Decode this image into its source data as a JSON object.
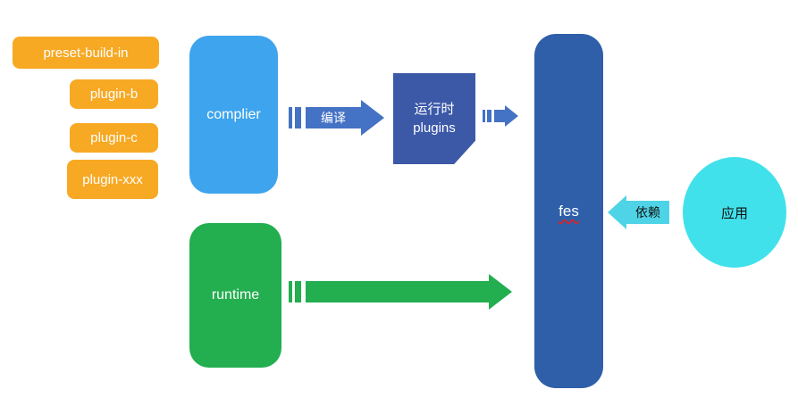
{
  "diagram": {
    "preset_list": {
      "items": [
        {
          "label": "preset-build-in"
        },
        {
          "label": "plugin-b"
        },
        {
          "label": "plugin-c"
        },
        {
          "label": "plugin-xxx"
        }
      ]
    },
    "complier": {
      "label": "complier"
    },
    "runtime": {
      "label": "runtime"
    },
    "compile_arrow": {
      "label": "编译"
    },
    "runtime_plugins": {
      "line1": "运行时",
      "line2": "plugins"
    },
    "fes": {
      "label": "fes"
    },
    "depend_arrow": {
      "label": "依赖"
    },
    "app": {
      "label": "应用"
    },
    "colors": {
      "orange": "#F7A924",
      "light_blue": "#3EA4EE",
      "green": "#23AE50",
      "dark_blue": "#3C59A8",
      "fes_blue": "#2F5FA9",
      "arrow_blue": "#4472C4",
      "cyan": "#41E1EB",
      "cyan_arrow": "#4ED4E6"
    }
  }
}
